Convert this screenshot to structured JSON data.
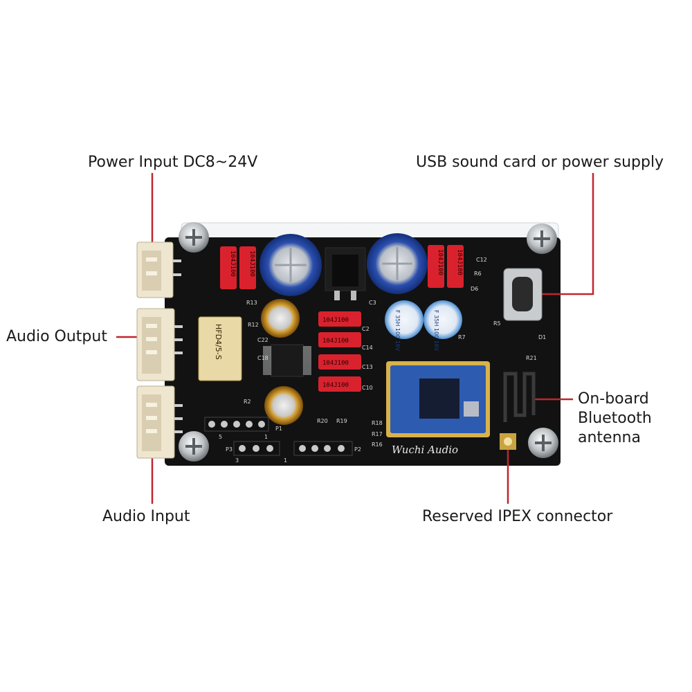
{
  "callouts": {
    "power_input": "Power Input DC8~24V",
    "usb": "USB sound card or power supply",
    "audio_output": "Audio Output",
    "antenna": [
      "On-board",
      "Bluetooth",
      "antenna"
    ],
    "audio_input": "Audio Input",
    "ipex": "Reserved IPEX connector"
  },
  "board": {
    "film_caps": [
      "104J100",
      "104J100",
      "104J100",
      "104J100",
      "104J100",
      "104J100",
      "104J100",
      "104J100"
    ],
    "relay": "HFD4/5-S",
    "electrolytic_small": [
      "F 35H 100 16V",
      "F 35H 100 16V"
    ],
    "ref_labels": [
      "C2",
      "C3",
      "C12",
      "C13",
      "C14",
      "C10",
      "C18",
      "C22",
      "R13",
      "R12",
      "R2",
      "R20",
      "R19",
      "R18",
      "R17",
      "R16",
      "R5",
      "R6",
      "R7",
      "R21",
      "D1",
      "D6",
      "P1",
      "P2",
      "P3"
    ],
    "signature": "Wuchi Audio",
    "header_pin_numbers": [
      "5",
      "1",
      "3",
      "1"
    ]
  },
  "colors": {
    "pcb": "#121212",
    "leader_line": "#c0262d",
    "film_cap": "#d9222d",
    "blue_cap": "#1f3f9a",
    "connector": "#efe6cf",
    "bt_module": "#2d5bb0"
  }
}
